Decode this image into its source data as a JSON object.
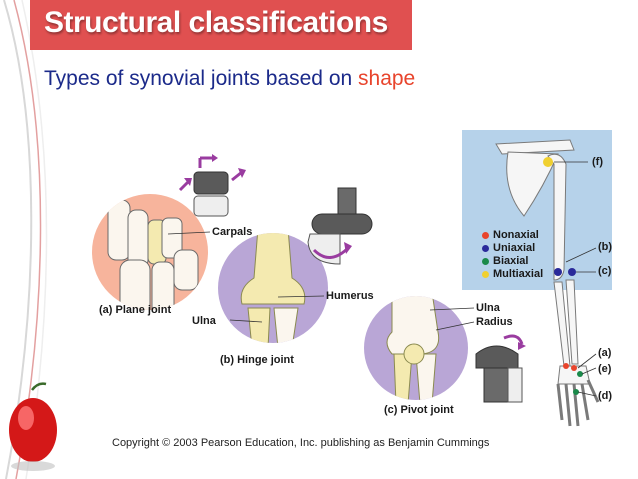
{
  "header": {
    "title": "Structural classifications",
    "subtitle_prefix": "Types of synovial joints based on ",
    "subtitle_highlight": "shape"
  },
  "labels": {
    "carpals": "Carpals",
    "humerus": "Humerus",
    "ulna_left": "Ulna",
    "ulna_right": "Ulna",
    "radius": "Radius",
    "f": "(f)",
    "b": "(b)",
    "c": "(c)",
    "a": "(a)",
    "e": "(e)",
    "d": "(d)"
  },
  "captions": {
    "plane": "(a) Plane joint",
    "hinge": "(b) Hinge joint",
    "pivot": "(c) Pivot joint"
  },
  "legend": [
    {
      "label": "Nonaxial",
      "color": "#e8442c"
    },
    {
      "label": "Uniaxial",
      "color": "#2a2a9a"
    },
    {
      "label": "Biaxial",
      "color": "#1a8a4a"
    },
    {
      "label": "Multiaxial",
      "color": "#f0d030"
    }
  ],
  "copyright": "Copyright © 2003 Pearson Education, Inc. publishing as Benjamin Cummings",
  "colors": {
    "title_bar": "#e05050",
    "subtitle": "#1b2a8a",
    "highlight": "#e8442c",
    "plane_circle": "#f7b49c",
    "hinge_circle": "#b9a6d6",
    "pivot_circle": "#b9a6d6",
    "skeleton_panel": "#b6d2ea",
    "bone": "#f4eab0"
  }
}
